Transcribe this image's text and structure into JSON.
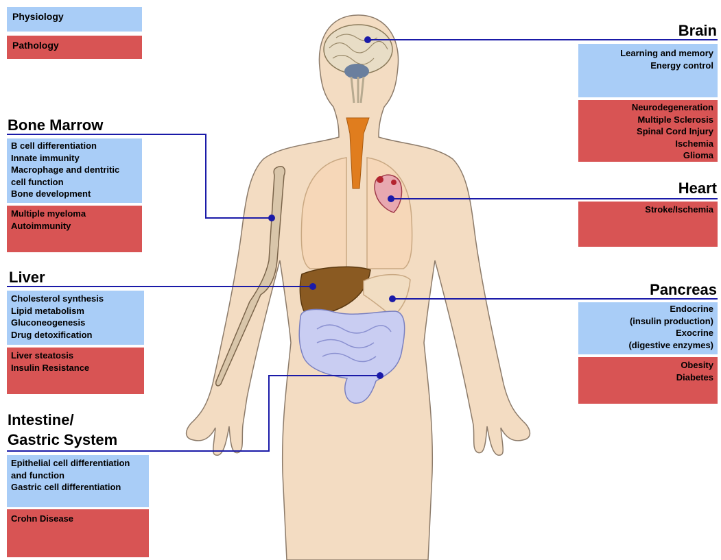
{
  "legend": {
    "physiology": {
      "label": "Physiology",
      "color": "#a9cdf7"
    },
    "pathology": {
      "label": "Pathology",
      "color": "#d85454"
    }
  },
  "organs": {
    "brain": {
      "title": "Brain",
      "physiology": [
        "Learning and memory",
        "Energy control"
      ],
      "pathology": [
        "Neurodegeneration",
        "Multiple Sclerosis",
        "Spinal Cord Injury",
        "Ischemia",
        "Glioma"
      ]
    },
    "bone_marrow": {
      "title": "Bone Marrow",
      "physiology": [
        "B cell differentiation",
        "Innate immunity",
        "Macrophage and dentritic",
        "cell function",
        "Bone development"
      ],
      "pathology": [
        "Multiple myeloma",
        "Autoimmunity"
      ]
    },
    "heart": {
      "title": "Heart",
      "physiology": [],
      "pathology": [
        "Stroke/Ischemia"
      ]
    },
    "liver": {
      "title": "Liver",
      "physiology": [
        "Cholesterol synthesis",
        "Lipid metabolism",
        "Gluconeogenesis",
        "Drug detoxification"
      ],
      "pathology": [
        "Liver steatosis",
        "Insulin Resistance"
      ]
    },
    "pancreas": {
      "title": "Pancreas",
      "physiology": [
        "Endocrine",
        "(insulin production)",
        "Exocrine",
        "(digestive enzymes)"
      ],
      "pathology": [
        "Obesity",
        "Diabetes"
      ]
    },
    "intestine": {
      "title_line1": "Intestine/",
      "title_line2": "Gastric System",
      "physiology": [
        "Epithelial cell differentiation",
        "and function",
        "Gastric cell differentiation"
      ],
      "pathology": [
        "Crohn Disease"
      ]
    }
  },
  "colors": {
    "connector": "#1a1aa8",
    "skin": "#f3dcc2",
    "skin_outline": "#8c7b6a",
    "lung": "#f6d7b8",
    "trachea": "#e07d1e",
    "liver": "#8a5a22",
    "intestine": "#c9cdf2",
    "bone": "#c9b49a",
    "heart": "#e8a8b0",
    "pancreas": "#f1ddc2",
    "brain": "#e8ddc6",
    "cerebellum": "#6a7f9e"
  }
}
